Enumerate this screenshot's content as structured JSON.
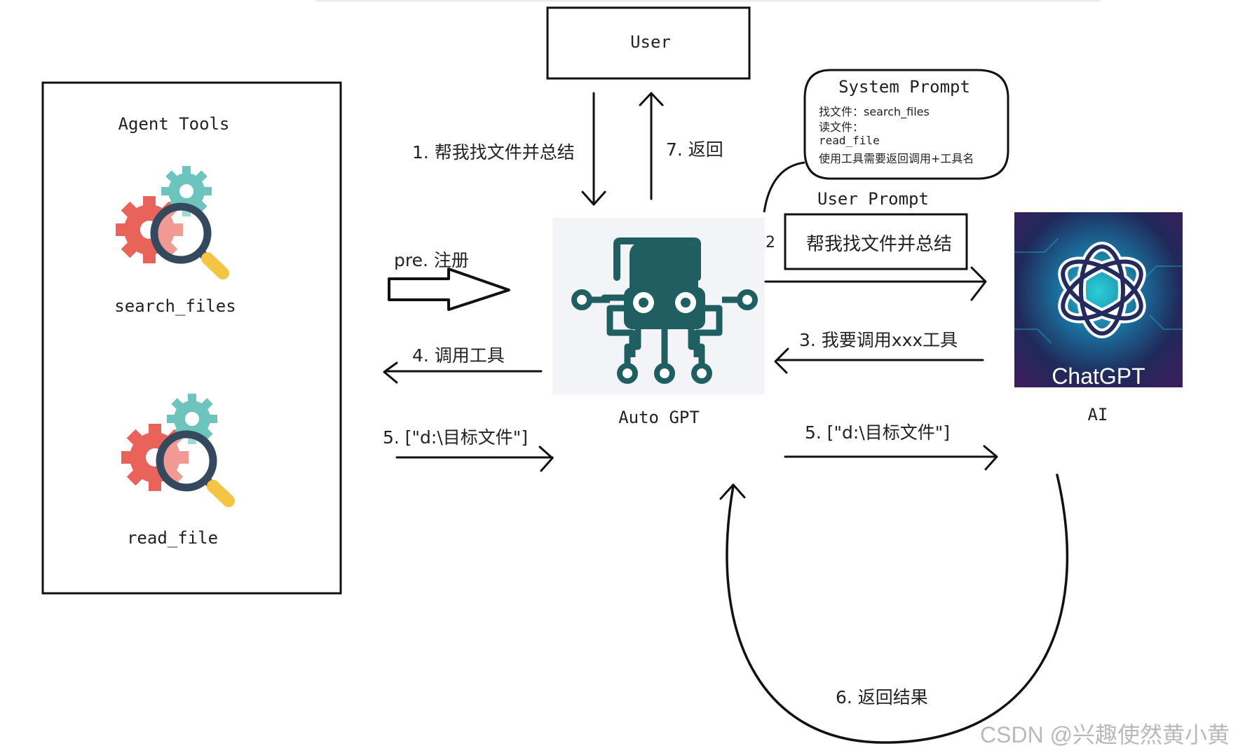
{
  "user": {
    "label": "User"
  },
  "agent_tools": {
    "title": "Agent Tools",
    "tools": [
      {
        "label": "search_files",
        "icon": "gears-search-icon"
      },
      {
        "label": "read_file",
        "icon": "gears-search-icon"
      }
    ]
  },
  "system_prompt": {
    "title": "System Prompt",
    "lines": [
      "找文件：search_files",
      "读文件：",
      "read_file",
      "使用工具需要返回调用+工具名"
    ]
  },
  "user_prompt": {
    "label": "User Prompt",
    "step": "2",
    "text": "帮我找文件并总结"
  },
  "autogpt": {
    "label": "Auto GPT",
    "icon_color": "#1f5f61",
    "bg_color": "#f2f4f7"
  },
  "ai": {
    "label": "AI",
    "logo_text": "ChatGPT"
  },
  "steps": {
    "s1": "1. 帮我找文件并总结",
    "s7": "7. 返回",
    "pre": "pre. 注册",
    "s4": "4. 调用工具",
    "s5_left": "5. [\"d:\\目标文件\"]",
    "s3": "3. 我要调用xxx工具",
    "s5_right": "5. [\"d:\\目标文件\"]",
    "s6": "6. 返回结果"
  },
  "watermark": "CSDN @兴趣使然黄小黄",
  "colors": {
    "gear_red": "#e8645a",
    "gear_teal": "#6cc4bd",
    "lens_dark": "#34495e",
    "handle_yellow": "#f4c542"
  }
}
